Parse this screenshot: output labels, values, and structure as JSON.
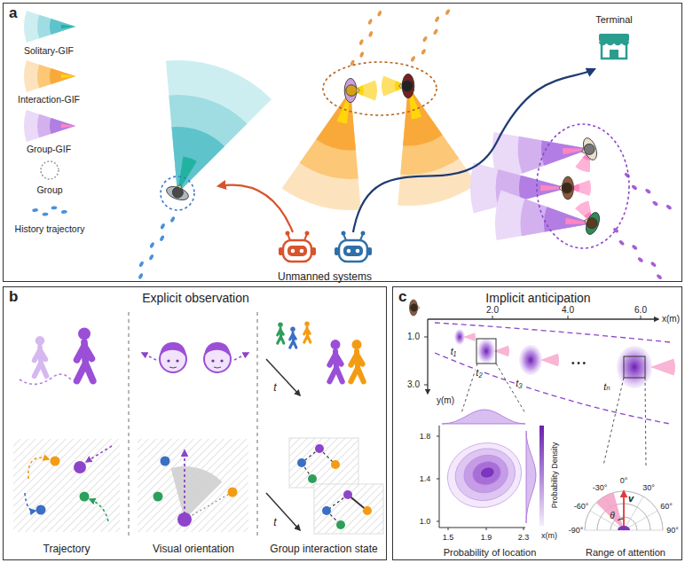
{
  "diagram": {
    "nodes": [
      {
        "text": [
          "a"
        ]
      },
      {
        "text": [
          "b",
          "Explicit observation"
        ]
      },
      {
        "text": [
          "c",
          "Implicit anticipation"
        ]
      }
    ],
    "labels": [
      "Terminal",
      "Unmanned systems",
      "Trajectory",
      "Visual orientation",
      "Group interaction state",
      "t",
      "t",
      "2.0",
      "4.0",
      "6.0",
      "x(m)",
      "1.0",
      "3.0",
      "t₁",
      "t₂",
      "t₃",
      "tₙ",
      "• • •",
      "y(m)",
      "1.8",
      "1.4",
      "1.0",
      "1.5",
      "1.9",
      "2.3",
      "x(m)",
      "Probability Density",
      "Probability of location",
      "-30°",
      "0°",
      "30°",
      "-60°",
      "60°",
      "-90°",
      "90°",
      "v",
      "θ",
      "Range of attention"
    ],
    "legend": [
      {
        "text": "Solitary-GIF"
      },
      {
        "text": "Interaction-GIF"
      },
      {
        "text": "Group-GIF"
      },
      {
        "text": "Group"
      },
      {
        "text": "History trajectory"
      }
    ]
  }
}
